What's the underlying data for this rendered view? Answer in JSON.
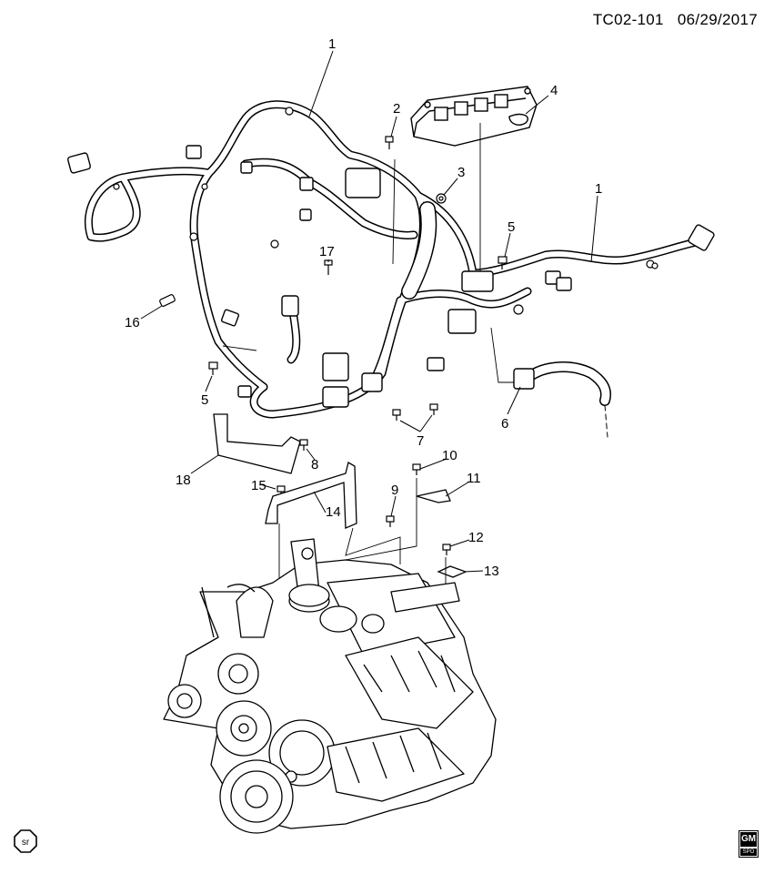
{
  "header": {
    "diagram_id": "TC02-101",
    "date": "06/29/2017"
  },
  "callouts": {
    "c1a": "1",
    "c1b": "1",
    "c2": "2",
    "c3": "3",
    "c4": "4",
    "c5a": "5",
    "c5b": "5",
    "c6": "6",
    "c7": "7",
    "c8": "8",
    "c9": "9",
    "c10": "10",
    "c11": "11",
    "c12": "12",
    "c13": "13",
    "c14": "14",
    "c15": "15",
    "c16": "16",
    "c17": "17",
    "c18": "18"
  },
  "badges": {
    "sr": "sr",
    "gm": "GM",
    "spo": "SPO"
  },
  "icons": {
    "sr_badge": "sr-octagon-icon",
    "gm_logo": "gm-logo-icon"
  }
}
